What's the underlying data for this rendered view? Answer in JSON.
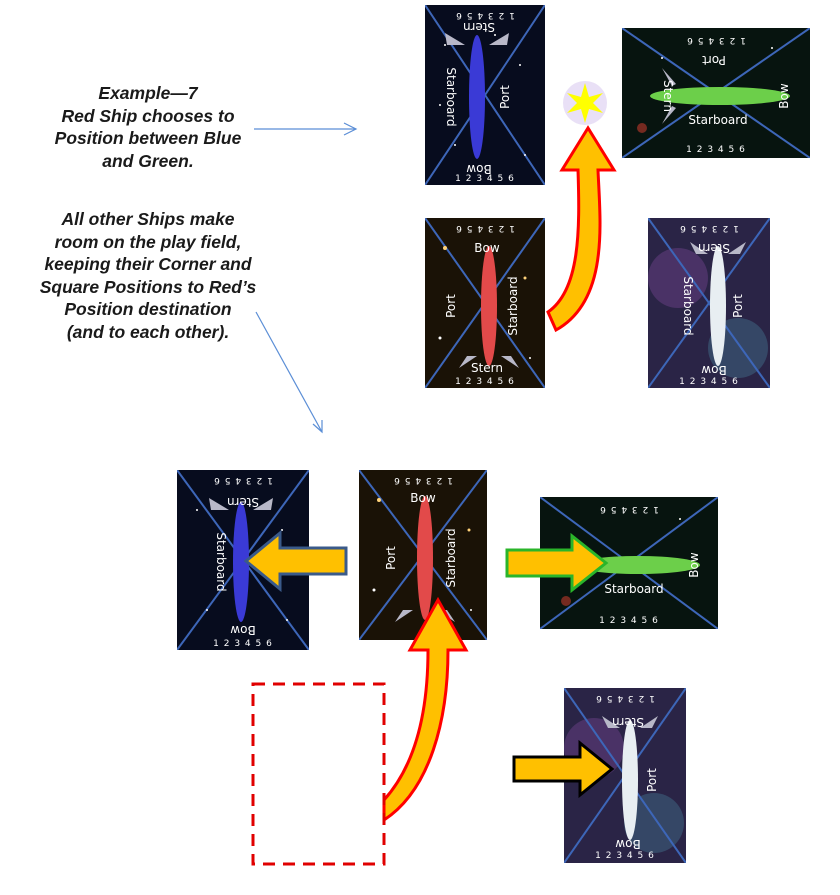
{
  "caption": {
    "title": "Example—7",
    "lines_a": [
      "Red Ship chooses to",
      "Position between Blue",
      "and Green."
    ],
    "lines_b": [
      "All other Ships make",
      "room on the play field,",
      "keeping their Corner and",
      "Square Positions to Red’s",
      "Position destination",
      "(and to each other)."
    ]
  },
  "labels": {
    "bow": "Bow",
    "stern": "Stern",
    "port": "Port",
    "starboard": "Starboard",
    "numbers": "1 2 3 4 5 6"
  },
  "ships": {
    "blue": {
      "color": "#3a3ad6",
      "background": "#070c1e"
    },
    "green": {
      "color": "#6ccf4a",
      "background": "#07140f"
    },
    "red": {
      "color": "#e24a4a",
      "background": "#1a1206"
    },
    "white": {
      "color": "#e8eef2",
      "background": "#2a2446"
    }
  },
  "arrows": {
    "fill": "#ffc000",
    "red_outline": "#ff0000",
    "green_outline": "#2ab52a",
    "blue_outline": "#3a5a8a",
    "black_outline": "#000000",
    "pointer_line": "#5b8ed6"
  },
  "icons": [
    "collision-star-icon",
    "dashed-empty-slot-icon"
  ]
}
